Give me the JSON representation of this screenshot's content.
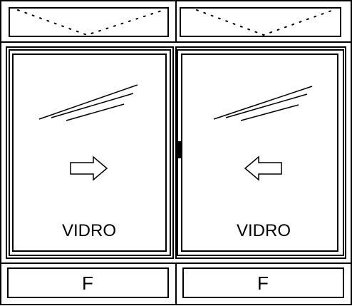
{
  "diagram": {
    "left_panel": {
      "glass_label": "VIDRO",
      "fixed_label": "F",
      "slide_direction": "right",
      "arrow_icon": "arrow-right-icon"
    },
    "right_panel": {
      "glass_label": "VIDRO",
      "fixed_label": "F",
      "slide_direction": "left",
      "arrow_icon": "arrow-left-icon"
    },
    "handle_icon": "handle-icon",
    "transom_opening_icon": "hinge-dotted-v-icon",
    "stroke_color": "#000000",
    "background_color": "#ffffff"
  }
}
